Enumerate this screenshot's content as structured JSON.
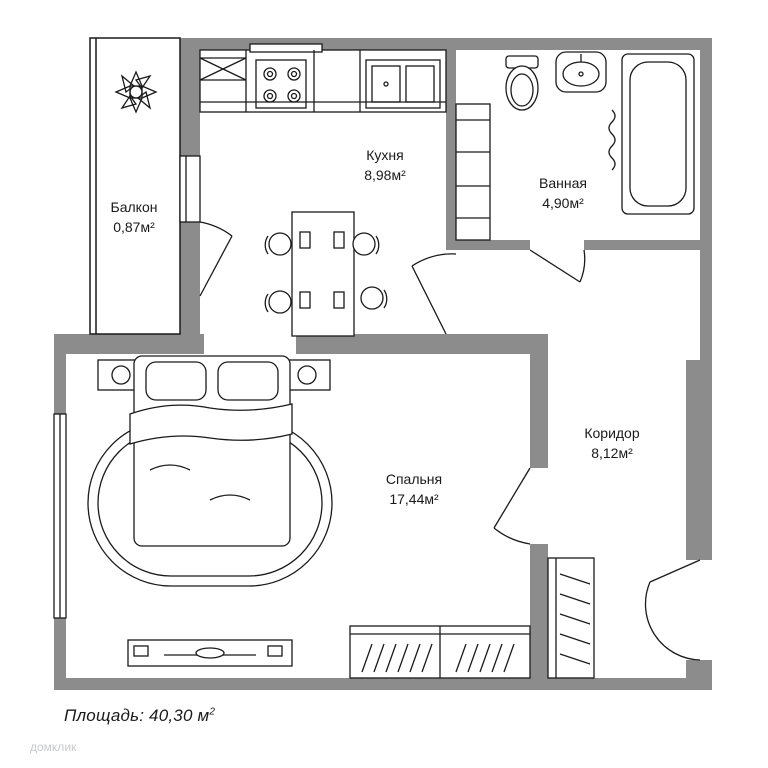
{
  "rooms": {
    "kitchen": {
      "name": "Кухня",
      "area": "8,98м²"
    },
    "bathroom": {
      "name": "Ванная",
      "area": "4,90м²"
    },
    "balcony": {
      "name": "Балкон",
      "area": "0,87м²"
    },
    "corridor": {
      "name": "Коридор",
      "area": "8,12м²"
    },
    "bedroom": {
      "name": "Спальня",
      "area": "17,44м²"
    }
  },
  "total": {
    "label": "Площадь: 40,30 м",
    "unit_power": "2"
  },
  "watermark": "домклик",
  "colors": {
    "wall": "#8c8c8c",
    "line": "#1a1a1a",
    "background": "#ffffff"
  }
}
